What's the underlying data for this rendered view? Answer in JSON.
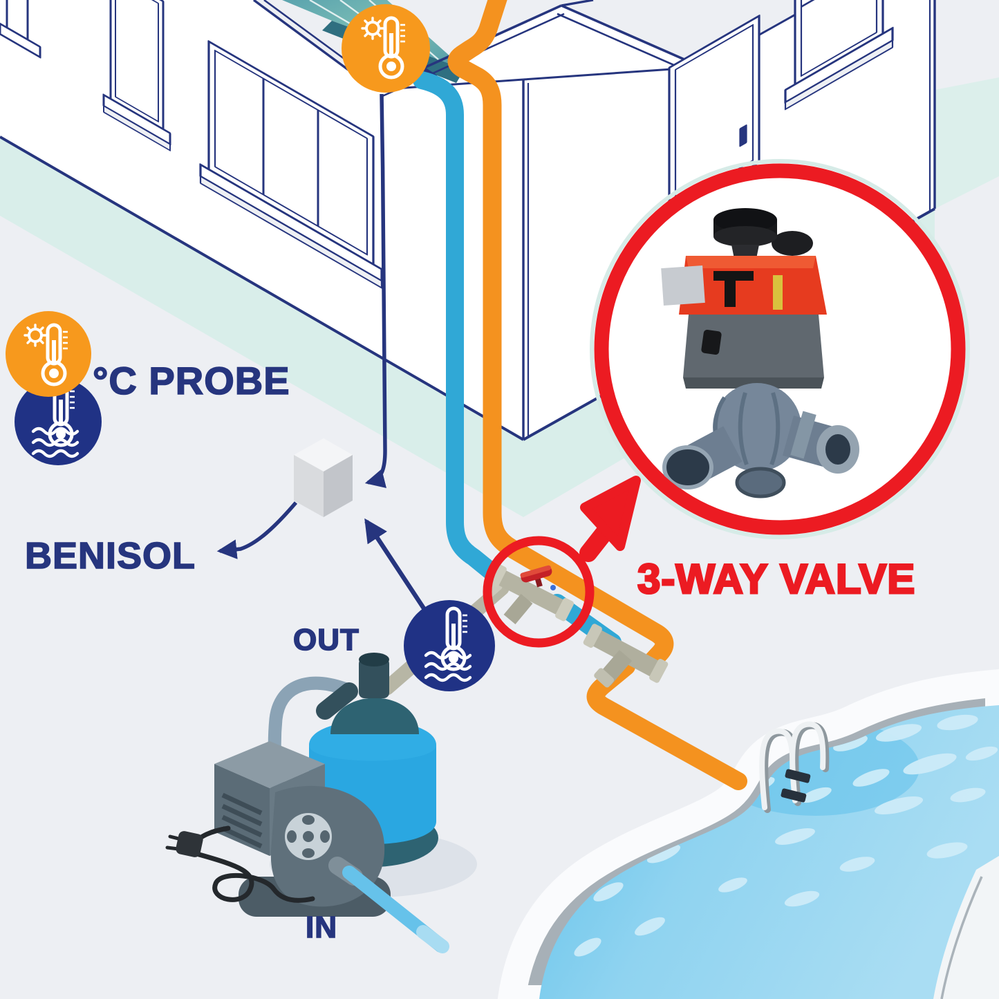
{
  "title": "Pool solar heating system diagram",
  "labels": {
    "probe": "°C PROBE",
    "controller": "BENISOL",
    "out": "OUT",
    "in": "IN",
    "three_way_valve": "3-WAY VALVE"
  },
  "icons": {
    "roof_probe": "sun-thermometer-icon",
    "air_probe": "sun-thermometer-icon",
    "water_probe": "water-thermometer-icon",
    "out_probe": "water-thermometer-icon"
  },
  "colors": {
    "hot_pipe": "#f4921f",
    "cold_pipe": "#30a8d6",
    "navy": "#26357e",
    "accent_red": "#ec1b22",
    "probe_orange": "#f7991d",
    "probe_navy": "#203285",
    "tank_blue": "#2aa7e1",
    "pool_water": "#8fd3f0",
    "ground_teal": "#d9eeea",
    "fitting_gray": "#b5b4a3"
  }
}
